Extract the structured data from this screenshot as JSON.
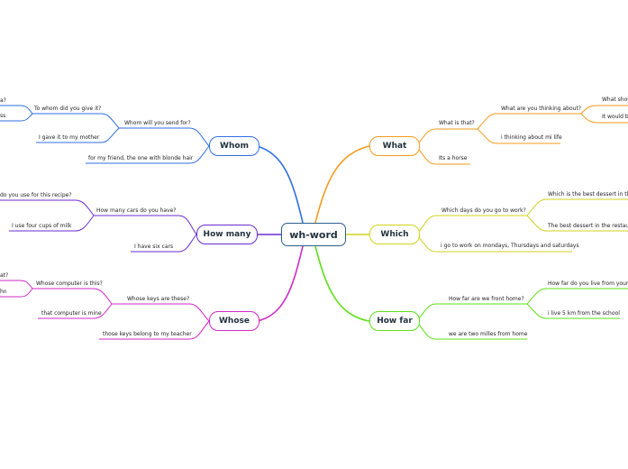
{
  "central": "wh-word",
  "colors": {
    "whom": "#2f6fe0",
    "how_many": "#6a2bd0",
    "whose": "#d028c8",
    "what": "#f39b1d",
    "which": "#d2d21e",
    "how_far": "#5ee01a"
  },
  "branches": {
    "whom": {
      "label": "Whom",
      "items": {
        "send": "Whom will you send for?",
        "give": "To whom did you give it?",
        "give_a": "a?",
        "give_b": "ss",
        "mother": "I gave it to my mother",
        "friend": "for my friend, the one with blonde hair"
      }
    },
    "how_many": {
      "label": "How many",
      "items": {
        "cars_q": "How many cars do you have?",
        "recipe_q": "do you use for this recipe?",
        "milk": "I use four cups of milk",
        "six": "I have six cars"
      }
    },
    "whose": {
      "label": "Whose",
      "items": {
        "keys_q": "Whose keys are these?",
        "comp_q": "Whose computer is this?",
        "comp_a": "at?",
        "comp_b": "hn",
        "mine": "that computer is mine",
        "teacher": "those keys belong to my teacher"
      }
    },
    "what": {
      "label": "What",
      "items": {
        "what_is": "What is that?",
        "thinking_q": "What are you thinking about?",
        "shou": "What shou",
        "would": "It would b",
        "life": "i thinking about mi life",
        "horse": "Its a horse"
      }
    },
    "which": {
      "label": "Which",
      "items": {
        "days_q": "Which days do you go to work?",
        "dessert_q": "Which is the best dessert in the r",
        "dessert_a": "The best dessert in the restaura",
        "days_a": "i go to work on mondays, Thursdays and saturdays"
      }
    },
    "how_far": {
      "label": "How far",
      "items": {
        "front_q": "How far are we front home?",
        "school_q": "How far do you live from your sc",
        "school_a": "i live 5 km from the school",
        "miles": "we are two milles from home"
      }
    }
  }
}
